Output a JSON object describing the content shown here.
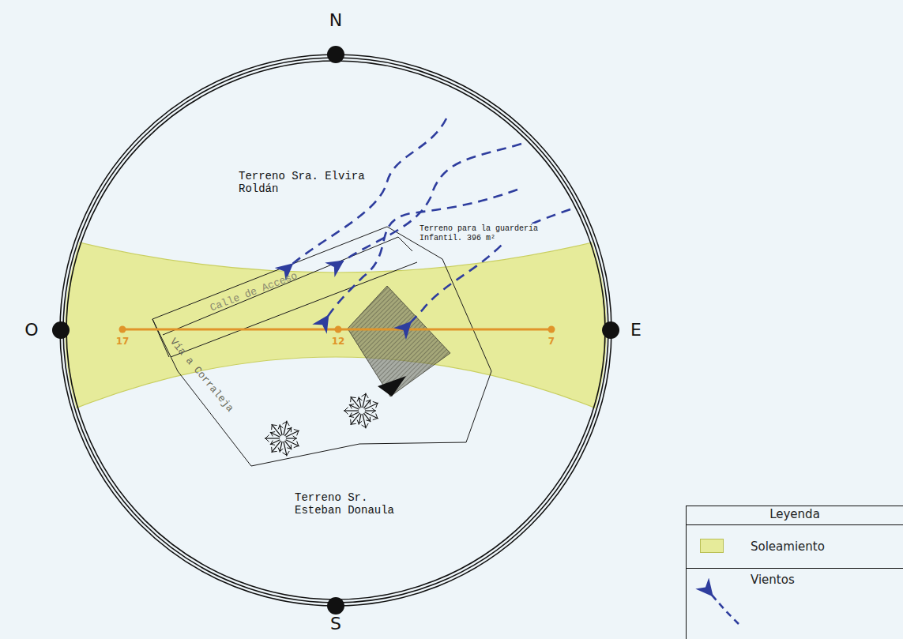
{
  "diagram": {
    "labels": [
      "N",
      "O",
      "E",
      "S",
      "Terreno Sra. Elvira Roldán",
      "Terreno para la guardería Infantil. 396 m²",
      "Calle de Acceso",
      "Vía a Corraleja",
      "17",
      "12",
      "7",
      "Terreno Sr. Esteban Donaula",
      "Leyenda"
    ],
    "legend": [
      {
        "text": "Soleamiento",
        "color": "#e6eb9a"
      },
      {
        "text": "Vientos"
      }
    ]
  }
}
